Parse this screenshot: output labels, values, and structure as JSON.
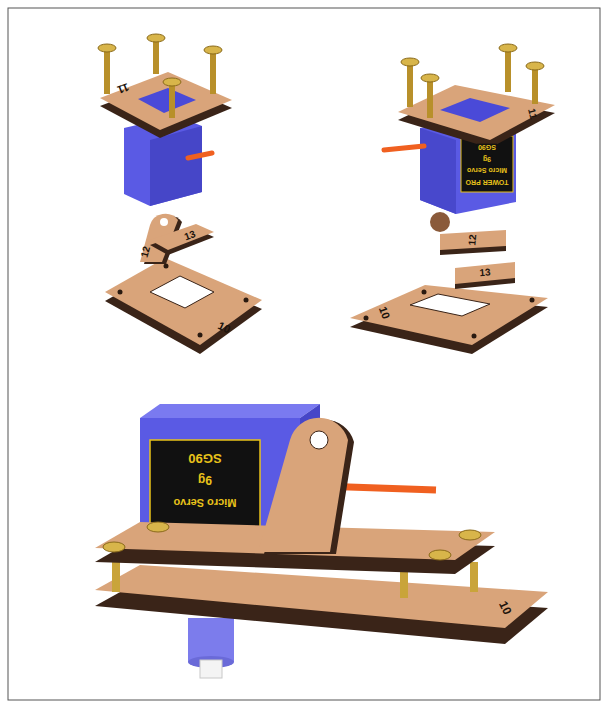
{
  "diagram": {
    "labels": [
      "11",
      "12",
      "13",
      "10",
      "TOWER PRO",
      "Micro Servo",
      "9g",
      "SG90",
      "11",
      "12",
      "13",
      "10",
      "SG90",
      "Micro Servo",
      "9g",
      "10"
    ]
  }
}
